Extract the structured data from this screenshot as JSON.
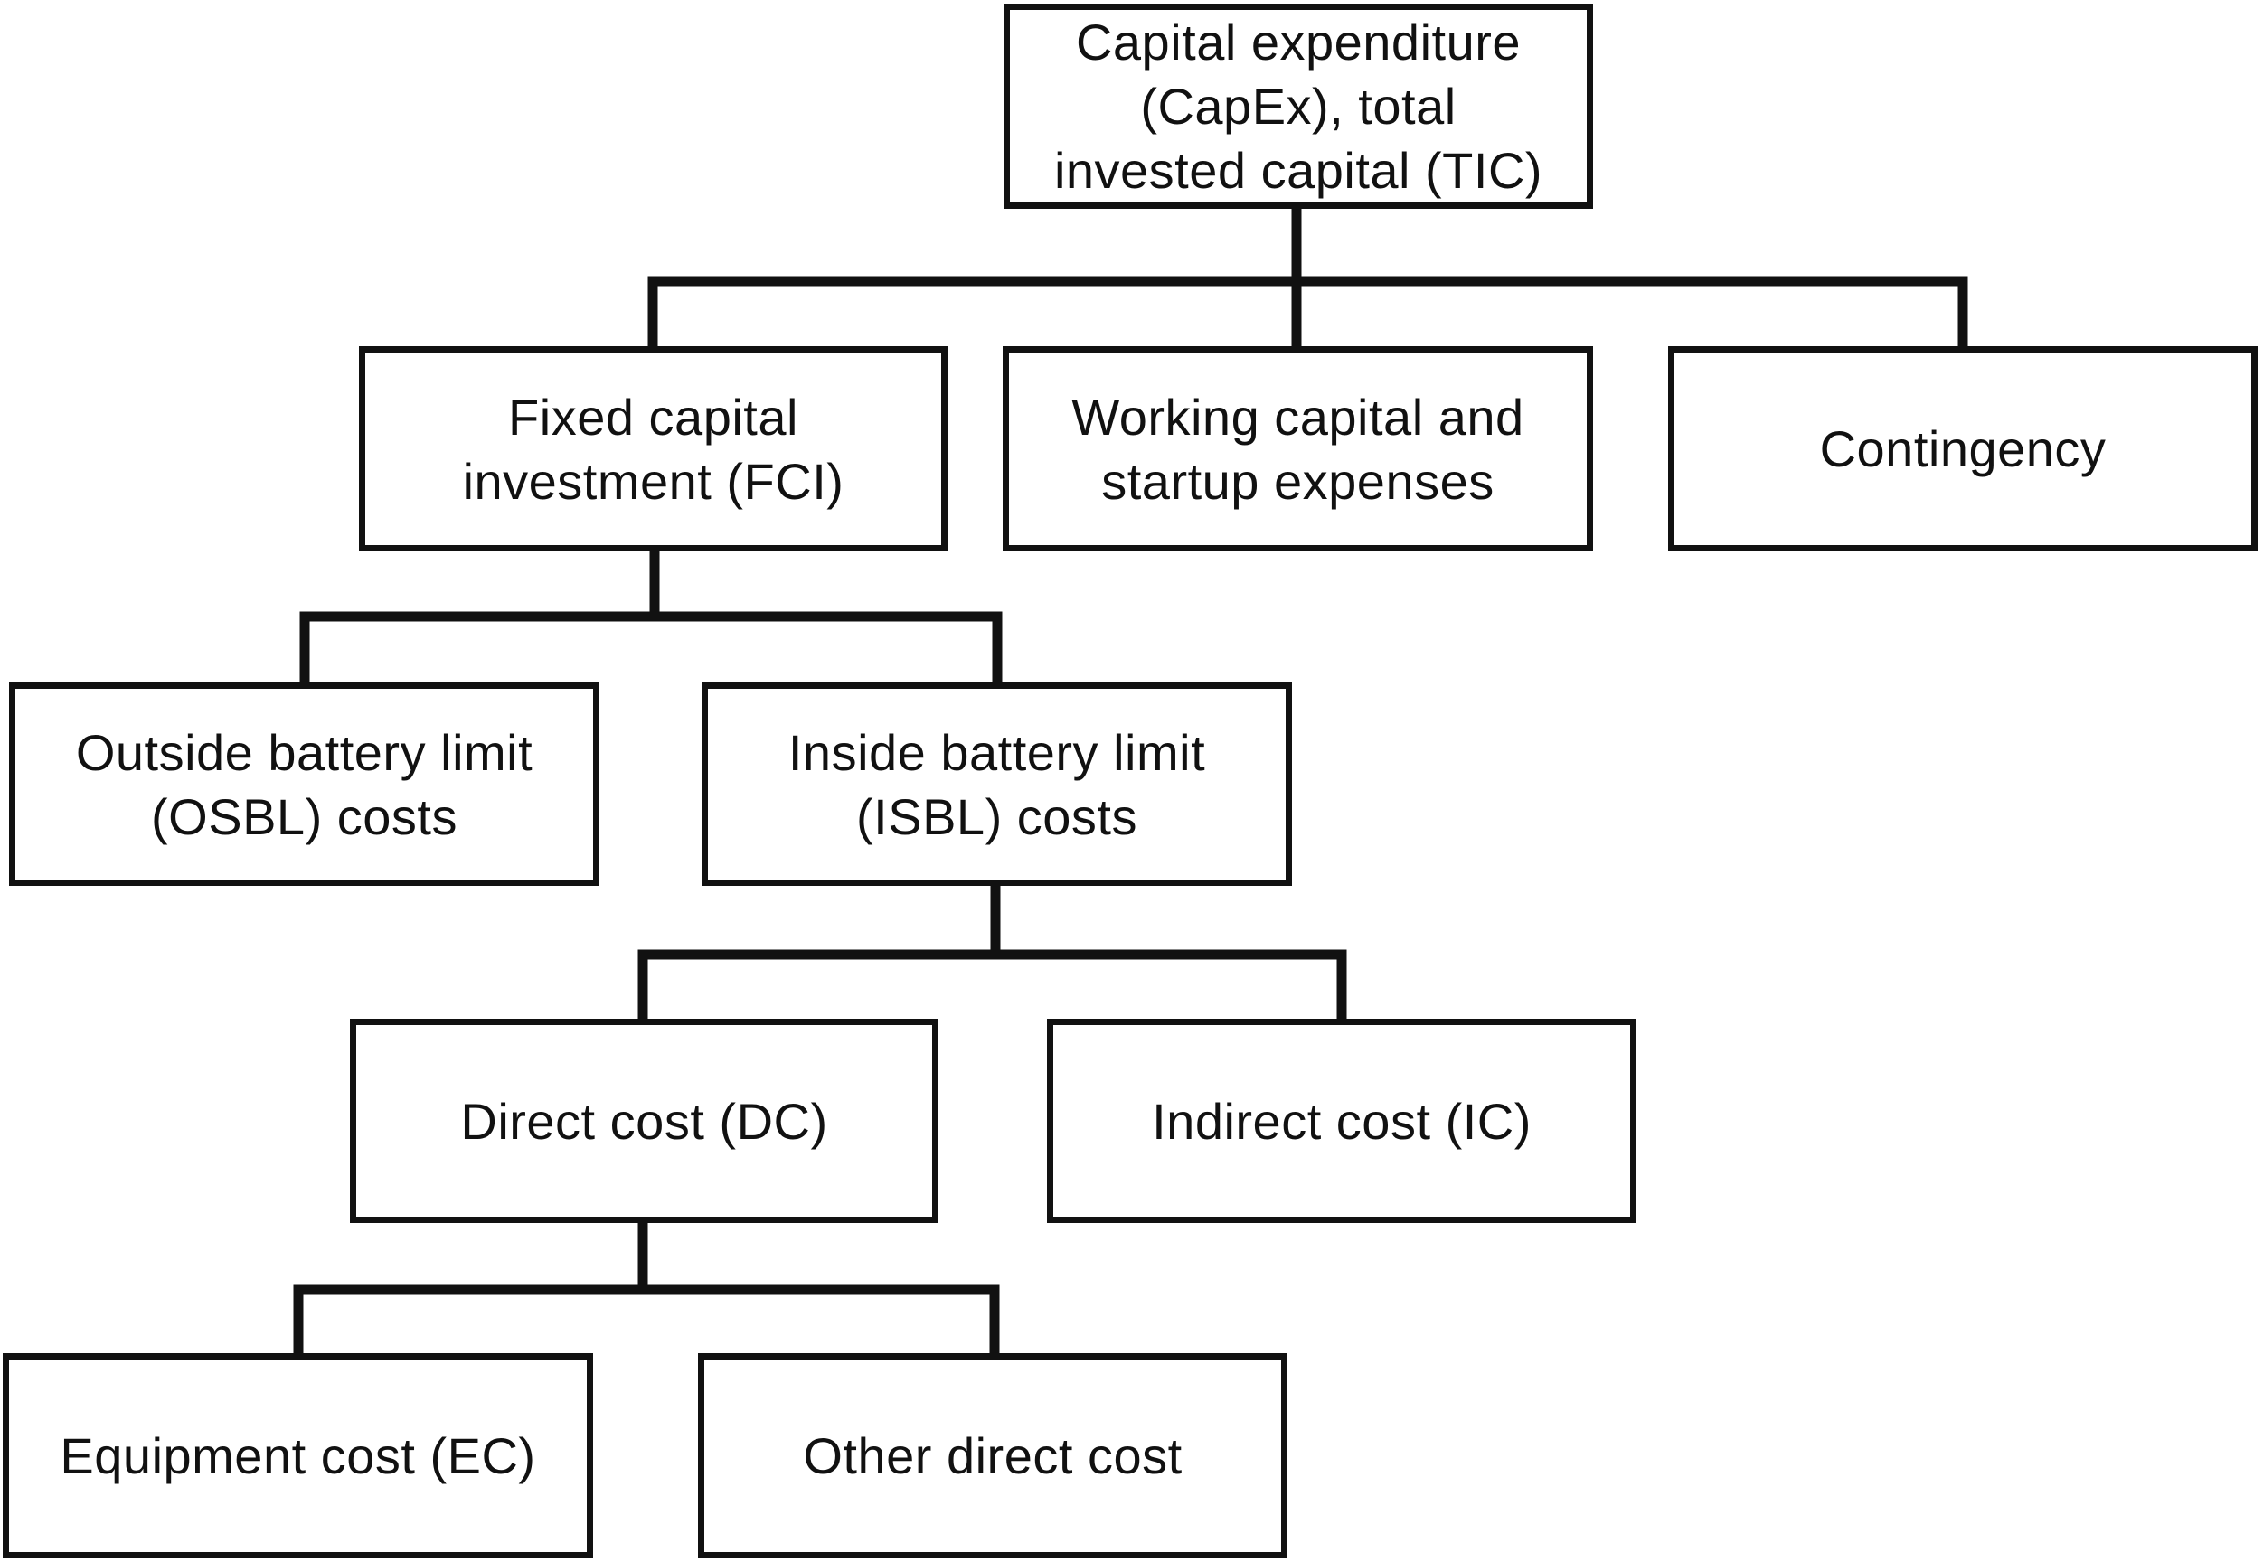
{
  "nodes": {
    "tic": "Capital expenditure\n(CapEx), total\ninvested capital (TIC)",
    "fci": "Fixed capital\ninvestment (FCI)",
    "working": "Working capital and\nstartup expenses",
    "contingency": "Contingency",
    "osbl": "Outside battery limit\n(OSBL) costs",
    "isbl": "Inside battery limit\n(ISBL) costs",
    "dc": "Direct cost (DC)",
    "ic": "Indirect cost (IC)",
    "ec": "Equipment cost (EC)",
    "other_dc": "Other direct cost"
  },
  "hierarchy": [
    {
      "parent": "tic",
      "children": [
        "fci",
        "working",
        "contingency"
      ]
    },
    {
      "parent": "fci",
      "children": [
        "osbl",
        "isbl"
      ]
    },
    {
      "parent": "isbl",
      "children": [
        "dc",
        "ic"
      ]
    },
    {
      "parent": "dc",
      "children": [
        "ec",
        "other_dc"
      ]
    }
  ],
  "colors": {
    "line": "#111111",
    "box_fill": "#ffffff",
    "text": "#111111"
  }
}
